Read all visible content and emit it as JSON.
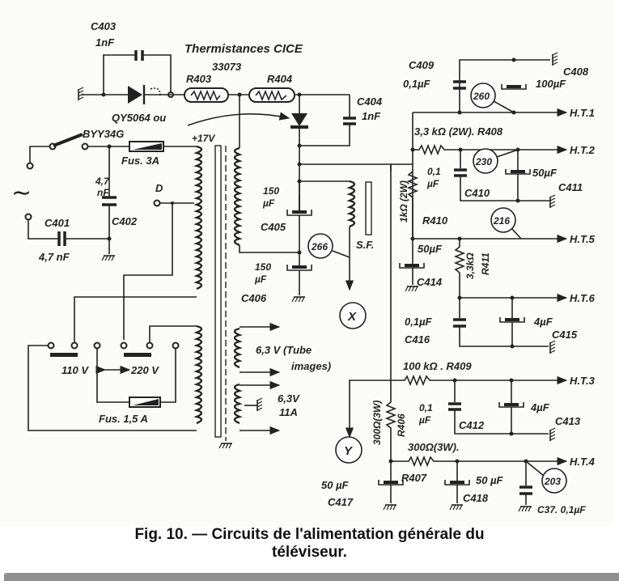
{
  "figure": {
    "caption_line1": "Fig. 10. — Circuits de l'alimentation générale du",
    "caption_line2": "téléviseur."
  },
  "labels": {
    "c403": "C403",
    "c403_val": "1nF",
    "thermistances": "Thermistances CICE",
    "thermistances_ref": "33073",
    "r403": "R403",
    "r404": "R404",
    "diode_main": "QY5064 ou",
    "diode_alt": "BYY34G",
    "fuse_main": "Fus. 3A",
    "v17": "+17V",
    "c404": "C404",
    "c404_val": "1nF",
    "c402_val_a": "4,7",
    "c402_val_b": "nF",
    "c402": "C402",
    "d_terminal": "D",
    "c401": "C401",
    "c401_val": "4,7 nF",
    "c405_val_a": "150",
    "c405_val_b": "µF",
    "c405": "C405",
    "c406_val_a": "150",
    "c406_val_b": "µF",
    "c406": "C406",
    "sf": "S.F.",
    "node_266": "266",
    "node_x": "X",
    "v110": "110 V",
    "v220": "220 V",
    "fuse_primary": "Fus. 1,5 A",
    "heater1_a": "6,3 V (Tube",
    "heater1_b": "images)",
    "heater2_a": "6,3V",
    "heater2_b": "11A",
    "c409": "C409",
    "c409_val": "0,1µF",
    "c408": "C408",
    "c408_val": "100µF",
    "node_260": "260",
    "ht1": "H.T.1",
    "r408": "3,3 kΩ (2W). R408",
    "ht2": "H.T.2",
    "node_230": "230",
    "c410_val_a": "0,1",
    "c410_val_b": "µF",
    "c410": "C410",
    "c411_val": "50µF",
    "c411": "C411",
    "r410_val": "1kΩ (2W)",
    "r410": "R410",
    "node_216": "216",
    "ht5": "H.T.5",
    "c414_val": "50µF",
    "c414": "C414",
    "r411_val": "3,3kΩ",
    "r411": "R411",
    "ht6": "H.T.6",
    "c416_val": "0,1µF",
    "c416": "C416",
    "c415_val": "4µF",
    "c415": "C415",
    "r409": "100 kΩ . R409",
    "ht3": "H.T.3",
    "r406_val": "300Ω(3W)",
    "r406": "R406",
    "c412_val_a": "0,1",
    "c412_val_b": "µF",
    "c412": "C412",
    "c413_val": "4µF",
    "c413": "C413",
    "node_y": "Y",
    "r407_val": "300Ω(3W).",
    "r407": "R407",
    "ht4": "H.T.4",
    "c417_val": "50 µF",
    "c417": "C417",
    "c418_val": "50 µF",
    "c418": "C418",
    "node_203": "203",
    "c37": "C37. 0,1µF"
  }
}
